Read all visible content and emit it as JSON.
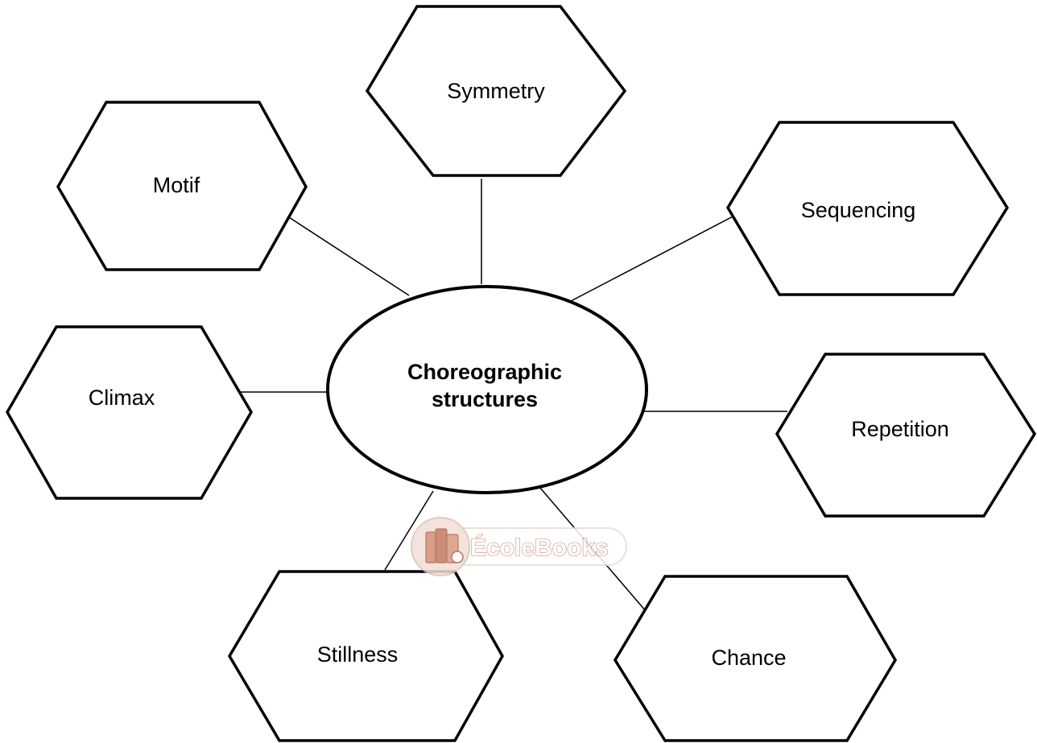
{
  "center": {
    "line1": "Choreographic",
    "line2": "structures"
  },
  "nodes": {
    "symmetry": "Symmetry",
    "motif": "Motif",
    "sequencing": "Sequencing",
    "climax": "Climax",
    "repetition": "Repetition",
    "stillness": "Stillness",
    "chance": "Chance"
  },
  "watermark": {
    "text": "ÉcoleBooks"
  },
  "colors": {
    "stroke": "#000000",
    "background": "#ffffff",
    "watermark_accent": "#c9856c"
  }
}
